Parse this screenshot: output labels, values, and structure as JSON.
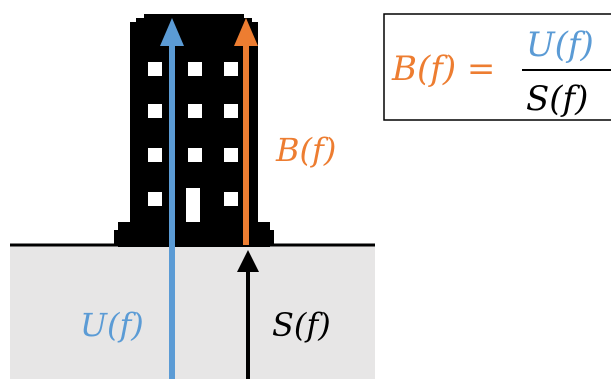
{
  "labels": {
    "building_signal": "B(f)",
    "ground_signal": "U(f)",
    "soil_signal": "S(f)"
  },
  "equation": {
    "lhs": "B(f) =",
    "numerator": "U(f)",
    "denominator": "S(f)"
  },
  "colors": {
    "blue": "#5B9BD5",
    "orange": "#ED7D31",
    "black": "#000000",
    "ground_fill": "#E7E6E6"
  }
}
